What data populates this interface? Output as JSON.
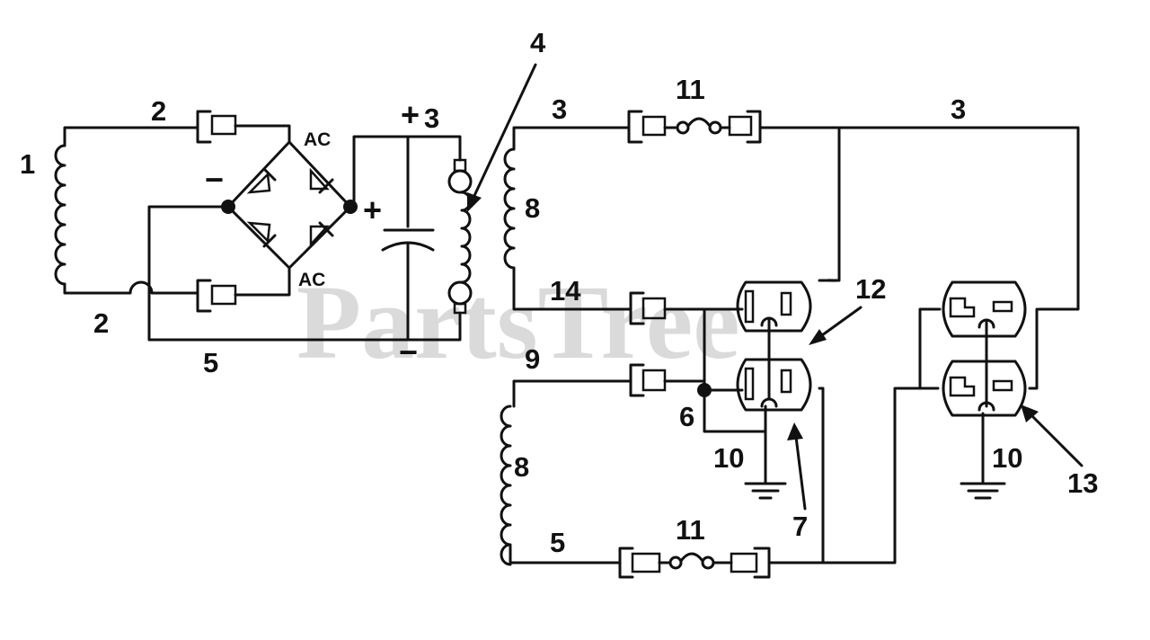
{
  "watermark": {
    "text": "PartsTree",
    "trademark": "™"
  },
  "labels": {
    "n1": "1",
    "n2_top": "2",
    "n2_bottom": "2",
    "n3_cap": "3",
    "n3_left": "3",
    "n3_right": "3",
    "n4": "4",
    "n5_left": "5",
    "n5_bottom": "5",
    "n6": "6",
    "n7": "7",
    "n8_upper": "8",
    "n8_lower": "8",
    "n9": "9",
    "n10_left": "10",
    "n10_right": "10",
    "n11_top": "11",
    "n11_bottom": "11",
    "n12": "12",
    "n13": "13",
    "n14": "14",
    "ac_top": "AC",
    "ac_bottom": "AC",
    "plus_cap_top": "+",
    "plus_cap_left": "+",
    "minus_bridge": "−",
    "minus_cap": "−"
  }
}
